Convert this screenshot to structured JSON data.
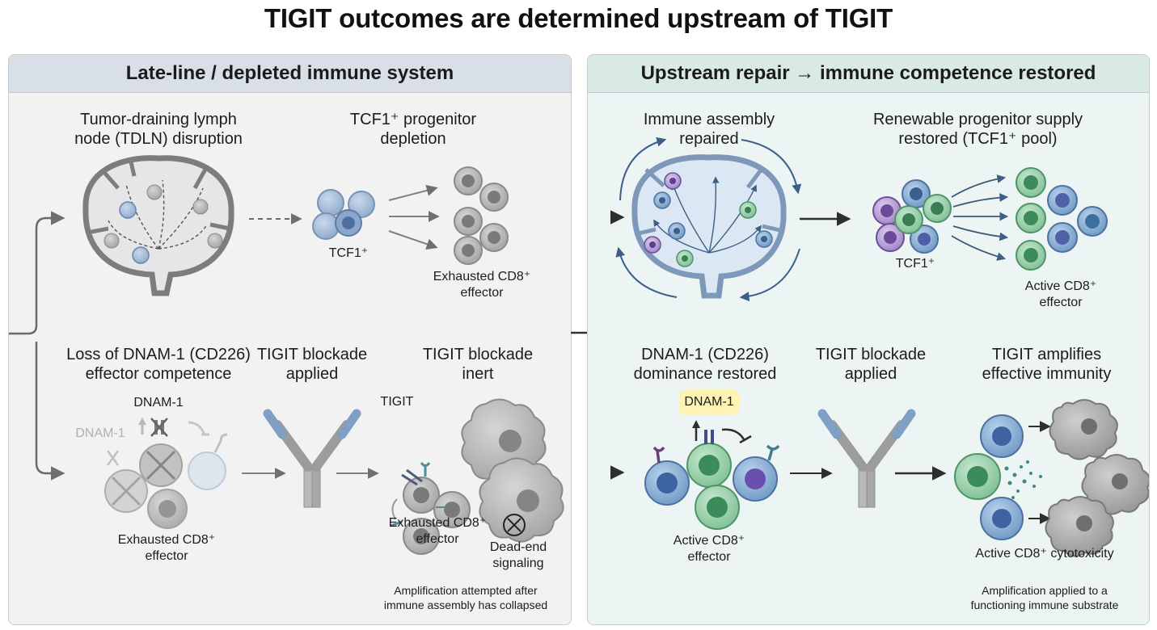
{
  "title": "TIGIT outcomes are determined upstream of TIGIT",
  "left": {
    "header": "Late-line / depleted immune system",
    "tdln_label": "Tumor-draining lymph\nnode (TDLN) disruption",
    "tcf1_label": "TCF1⁺ progenitor\ndepletion",
    "tcf1_cell_label": "TCF1⁺",
    "exhausted_label_1": "Exhausted CD8⁺\neffector",
    "dnam_label": "Loss of DNAM-1 (CD226)\neffector competence",
    "blockade_label": "TIGIT blockade\napplied",
    "inert_label": "TIGIT blockade\ninert",
    "dnam1_tag": "DNAM-1",
    "dnam1_faded_tag": "DNAM-1",
    "tigit_tag": "TIGIT",
    "exhausted_label_2": "Exhausted CD8⁺\neffector",
    "exhausted_label_3": "Exhausted CD8⁺\neffector",
    "dead_end_label": "Dead-end\nsignaling",
    "footnote": "Amplification attempted after\nimmune assembly has collapsed"
  },
  "right": {
    "header": "Upstream repair → immune competence restored",
    "assembly_label": "Immune assembly\nrepaired",
    "progenitor_label": "Renewable progenitor supply\nrestored (TCF1⁺ pool)",
    "tcf1_cell_label": "TCF1⁺",
    "active_label_1": "Active CD8⁺\neffector",
    "dnam_label": "DNAM-1 (CD226)\ndominance restored",
    "dnam1_tag": "DNAM-1",
    "blockade_label": "TIGIT blockade\napplied",
    "amplifies_label": "TIGIT amplifies\neffective immunity",
    "active_label_2": "Active CD8⁺\neffector",
    "cytotoxicity_label": "Active CD8⁺ cytotoxicity",
    "footnote": "Amplification applied to a\nfunctioning immune substrate"
  },
  "colors": {
    "left_panel_bg": "#f2f2f3",
    "left_header_bg": "#d9dfe6",
    "right_panel_bg": "#ecf4f4",
    "right_header_bg": "#d8e9e6",
    "dnam1_highlight": "#fff2a8",
    "cell_blue": "#7fa6cf",
    "cell_green": "#8ccba0",
    "cell_purple": "#a98cd0",
    "exhausted_grey": "#9a9a9a"
  }
}
